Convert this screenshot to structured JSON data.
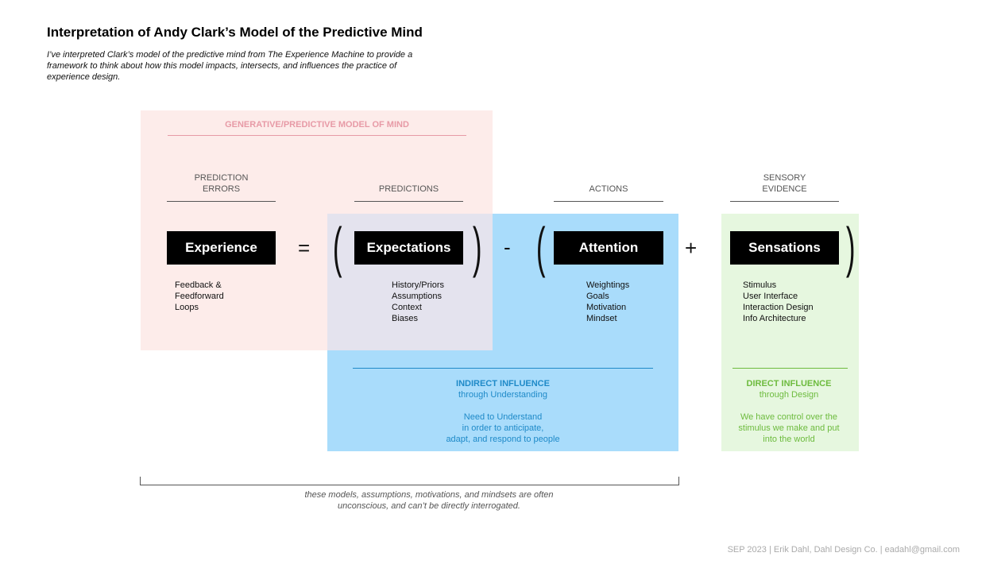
{
  "title": "Interpretation of Andy Clark’s Model of the Predictive Mind",
  "subtitle": "I’ve interpreted Clark’s model of the predictive mind from The Experience Machine to provide a framework to think about how this model impacts, intersects, and influences the practice of experience design.",
  "region_label": "GENERATIVE/PREDICTIVE MODEL OF MIND",
  "headers": {
    "prediction_errors": [
      "PREDICTION",
      "ERRORS"
    ],
    "predictions": "PREDICTIONS",
    "actions": "ACTIONS",
    "sensory_evidence": [
      "SENSORY",
      "EVIDENCE"
    ]
  },
  "terms": {
    "experience": "Experience",
    "expectations": "Expectations",
    "attention": "Attention",
    "sensations": "Sensations"
  },
  "operators": {
    "equals": "=",
    "minus": "-",
    "plus": "+",
    "open_paren": "(",
    "close_paren": ")"
  },
  "lists": {
    "experience": [
      "Feedback &",
      "Feedforward",
      "Loops"
    ],
    "expectations": [
      "History/Priors",
      "Assumptions",
      "Context",
      "Biases"
    ],
    "attention": [
      "Weightings",
      "Goals",
      "Motivation",
      "Mindset"
    ],
    "sensations": [
      "Stimulus",
      "User Interface",
      "Interaction Design",
      "Info Architecture"
    ]
  },
  "indirect": {
    "title": "INDIRECT INFLUENCE",
    "sub": "through Understanding",
    "body": [
      "Need to Understand",
      "in order to anticipate,",
      "adapt, and respond to people"
    ]
  },
  "direct": {
    "title": "DIRECT INFLUENCE",
    "sub": "through Design",
    "body": [
      "We have control over the",
      "stimulus we make and put",
      "into the world"
    ]
  },
  "caption": [
    "these models, assumptions, motivations, and mindsets are often",
    "unconscious, and can’t be directly interrogated."
  ],
  "footer": "SEP 2023 | Erik Dahl, Dahl Design Co. | eadahl@gmail.com",
  "colors": {
    "pink_region": "#fdecea",
    "blue_region": "#a9dcfb",
    "overlap_region": "#e4e3ee",
    "green_region": "#e6f7df",
    "pink_label": "#e79aa6",
    "blue_text": "#1f8ac8",
    "green_text": "#6dbb3e"
  }
}
